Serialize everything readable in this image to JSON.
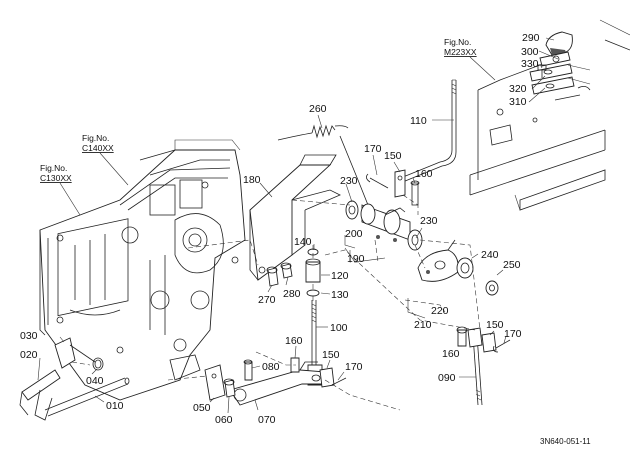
{
  "figure_refs": [
    {
      "id": "c140",
      "label": "Fig.No.",
      "code": "C140XX"
    },
    {
      "id": "c130",
      "label": "Fig.No.",
      "code": "C130XX"
    },
    {
      "id": "m223",
      "label": "Fig.No.",
      "code": "M223XX"
    }
  ],
  "parts": [
    "260",
    "290",
    "300",
    "330",
    "320",
    "310",
    "110",
    "170",
    "150",
    "160",
    "180",
    "230",
    "200",
    "140",
    "120",
    "130",
    "190",
    "230b",
    "240",
    "250",
    "220",
    "210",
    "270",
    "280",
    "100",
    "160b",
    "150b",
    "170b",
    "090",
    "030",
    "020",
    "040",
    "010",
    "050",
    "060",
    "070",
    "080",
    "160c",
    "150c",
    "170c"
  ],
  "part_labels": {
    "p260": "260",
    "p290": "290",
    "p300": "300",
    "p330": "330",
    "p320": "320",
    "p310": "310",
    "p110": "110",
    "p170": "170",
    "p150": "150",
    "p160": "160",
    "p180": "180",
    "p230": "230",
    "p200": "200",
    "p140": "140",
    "p120": "120",
    "p130": "130",
    "p190": "190",
    "p230b": "230",
    "p240": "240",
    "p250": "250",
    "p220": "220",
    "p210": "210",
    "p270": "270",
    "p280": "280",
    "p100": "100",
    "p160b": "160",
    "p150b": "150",
    "p170b": "170",
    "p090": "090",
    "p030": "030",
    "p020": "020",
    "p040": "040",
    "p010": "010",
    "p050": "050",
    "p060": "060",
    "p070": "070",
    "p080": "080",
    "p160c": "160",
    "p150c": "150",
    "p170c": "170"
  },
  "drawing_code": "3N640-051-11"
}
